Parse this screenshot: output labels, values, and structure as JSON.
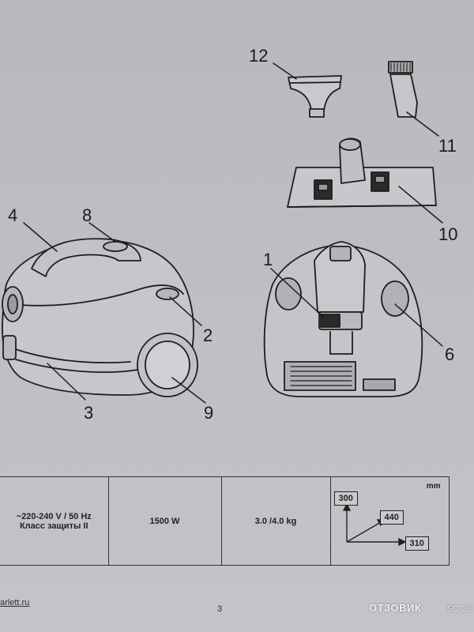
{
  "callouts": {
    "n1": "1",
    "n2": "2",
    "n3": "3",
    "n4": "4",
    "n6": "6",
    "n8": "8",
    "n9": "9",
    "n10": "10",
    "n11": "11",
    "n12": "12"
  },
  "specs": {
    "voltage_line1": "~220-240 V / 50 Hz",
    "voltage_line2": "Класс защиты II",
    "power": "1500 W",
    "weight": "3.0 /4.0 kg",
    "dimensions_unit": "mm",
    "dim_height": "300",
    "dim_depth": "440",
    "dim_width": "310"
  },
  "footer": {
    "website": "arlett.ru",
    "page_number": "3",
    "model_code": "SC-28"
  },
  "watermark": {
    "text": "ОТЗОВИК"
  },
  "colors": {
    "paper": "#bcbdc1",
    "ink": "#1c1c1c"
  }
}
